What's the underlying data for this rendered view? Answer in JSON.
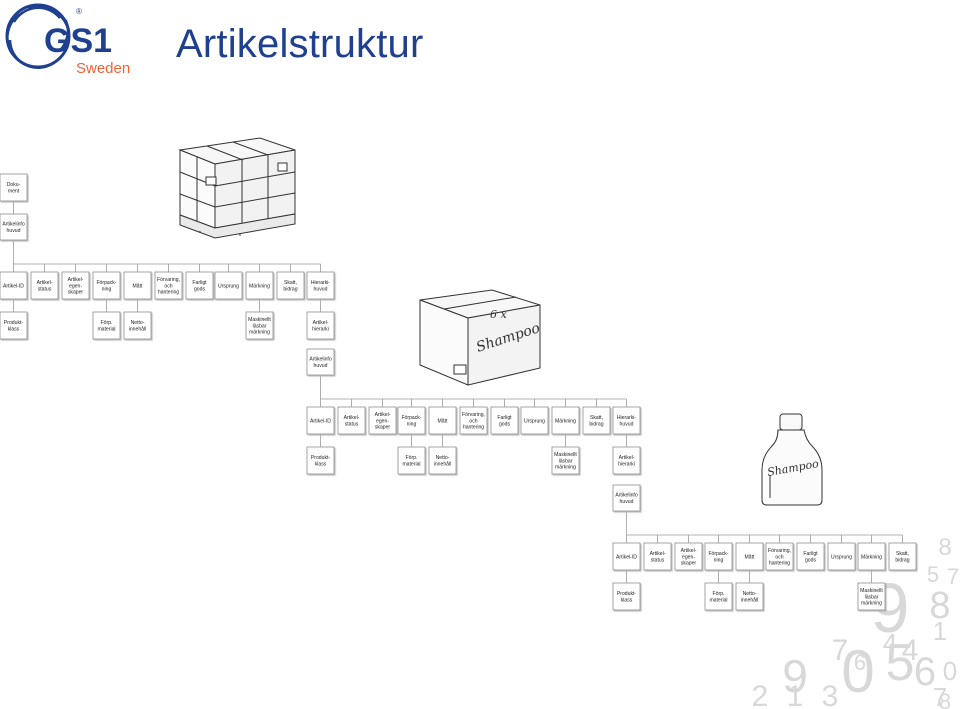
{
  "brand": {
    "logo_text": "GS1",
    "registered_mark": "®",
    "country": "Sweden",
    "color_blue": "#1f3f8f",
    "color_orange": "#f26334"
  },
  "page": {
    "title": "Artikelstruktur"
  },
  "labels": {
    "dokument": [
      "Doku-",
      "ment"
    ],
    "artikelinfo_huvud": [
      "Artikelinfo",
      "huvud"
    ],
    "artikel_id": [
      "Artikel-ID"
    ],
    "artikelstatus": [
      "Artikel-",
      "status"
    ],
    "artikelegenskaper": [
      "Artikel-",
      "egen-",
      "skaper"
    ],
    "forpackning": [
      "Förpack-",
      "ning"
    ],
    "matt": [
      "Mått"
    ],
    "forvaring": [
      "Förvaring,",
      "och",
      "hantering"
    ],
    "farligt_gods": [
      "Farligt",
      "gods"
    ],
    "ursprung": [
      "Ursprung"
    ],
    "markning": [
      "Märkning"
    ],
    "skatt_bidrag": [
      "Skatt,",
      "bidrag"
    ],
    "hierarki_huvud": [
      "Hierarki-",
      "huvud"
    ],
    "produktklass": [
      "Produkt-",
      "klass"
    ],
    "forp_material": [
      "Förp.",
      "material"
    ],
    "nettoinnehall": [
      "Netto-",
      "innehåll"
    ],
    "maskinellt_lasbar": [
      "Maskinellt",
      "läsbar",
      "märkning"
    ],
    "artikelhierarki": [
      "Artikel-",
      "hierarki"
    ]
  },
  "illustrations": {
    "pallet": "pallet-illustration",
    "carton": "carton-illustration",
    "carton_text": [
      "6 x",
      "Shampoo"
    ],
    "bottle": "bottle-illustration",
    "bottle_text": "Shampoo"
  },
  "decoration_numbers": [
    "8",
    "5",
    "7",
    "9",
    "8",
    "1",
    "7",
    "0",
    "5",
    "4",
    "6",
    "0",
    "9",
    "6",
    "4",
    "2",
    "1",
    "3",
    "7",
    "8"
  ]
}
